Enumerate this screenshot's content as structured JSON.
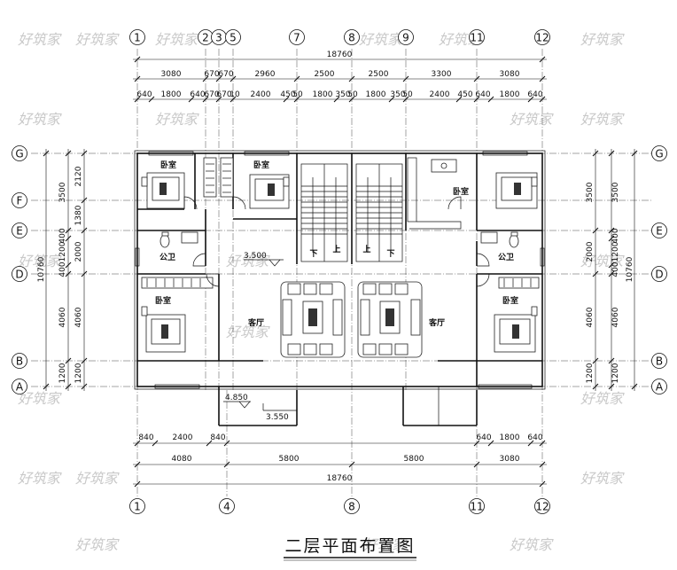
{
  "drawing": {
    "title": "二层平面布置图",
    "watermark": "好筑家",
    "column_axes": [
      "1",
      "2",
      "3",
      "5",
      "7",
      "8",
      "9",
      "11",
      "12"
    ],
    "column_axes_bottom": [
      "1",
      "4",
      "8",
      "11",
      "12"
    ],
    "row_axes": [
      "G",
      "F",
      "E",
      "D",
      "B",
      "A"
    ],
    "top_dims": {
      "overall": "18760",
      "row2": [
        "3080",
        "670",
        "670",
        "2960",
        "2500",
        "2500",
        "3300",
        "3080"
      ],
      "row3": [
        "640",
        "1800",
        "640",
        "670",
        "670",
        "10",
        "2400",
        "450",
        "50",
        "1800",
        "350",
        "50",
        "1800",
        "350",
        "50",
        "2400",
        "450",
        "640",
        "1800",
        "640"
      ]
    },
    "bottom_dims": {
      "row1": [
        "840",
        "2400",
        "840",
        "640",
        "1800",
        "640"
      ],
      "row2": [
        "4080",
        "5800",
        "5800",
        "3080"
      ],
      "overall": "18760"
    },
    "left_dims": {
      "outer": "10760",
      "middle": [
        "3500",
        "400",
        "1200",
        "400",
        "4060",
        "1200"
      ],
      "inner": [
        "2120",
        "1380",
        "2000",
        "4060",
        "1200"
      ]
    },
    "right_dims": {
      "outer": "10760",
      "middle": [
        "3500",
        "400",
        "1200",
        "400",
        "4060",
        "1200"
      ],
      "inner": [
        "3500",
        "2000",
        "4060",
        "1200"
      ]
    },
    "rooms": {
      "bedroom": "卧室",
      "bathroom": "公卫",
      "living_room": "客厅",
      "stair_down": "下",
      "stair_up": "上"
    },
    "levels": [
      "3.500",
      "4.850",
      "3.550"
    ]
  }
}
